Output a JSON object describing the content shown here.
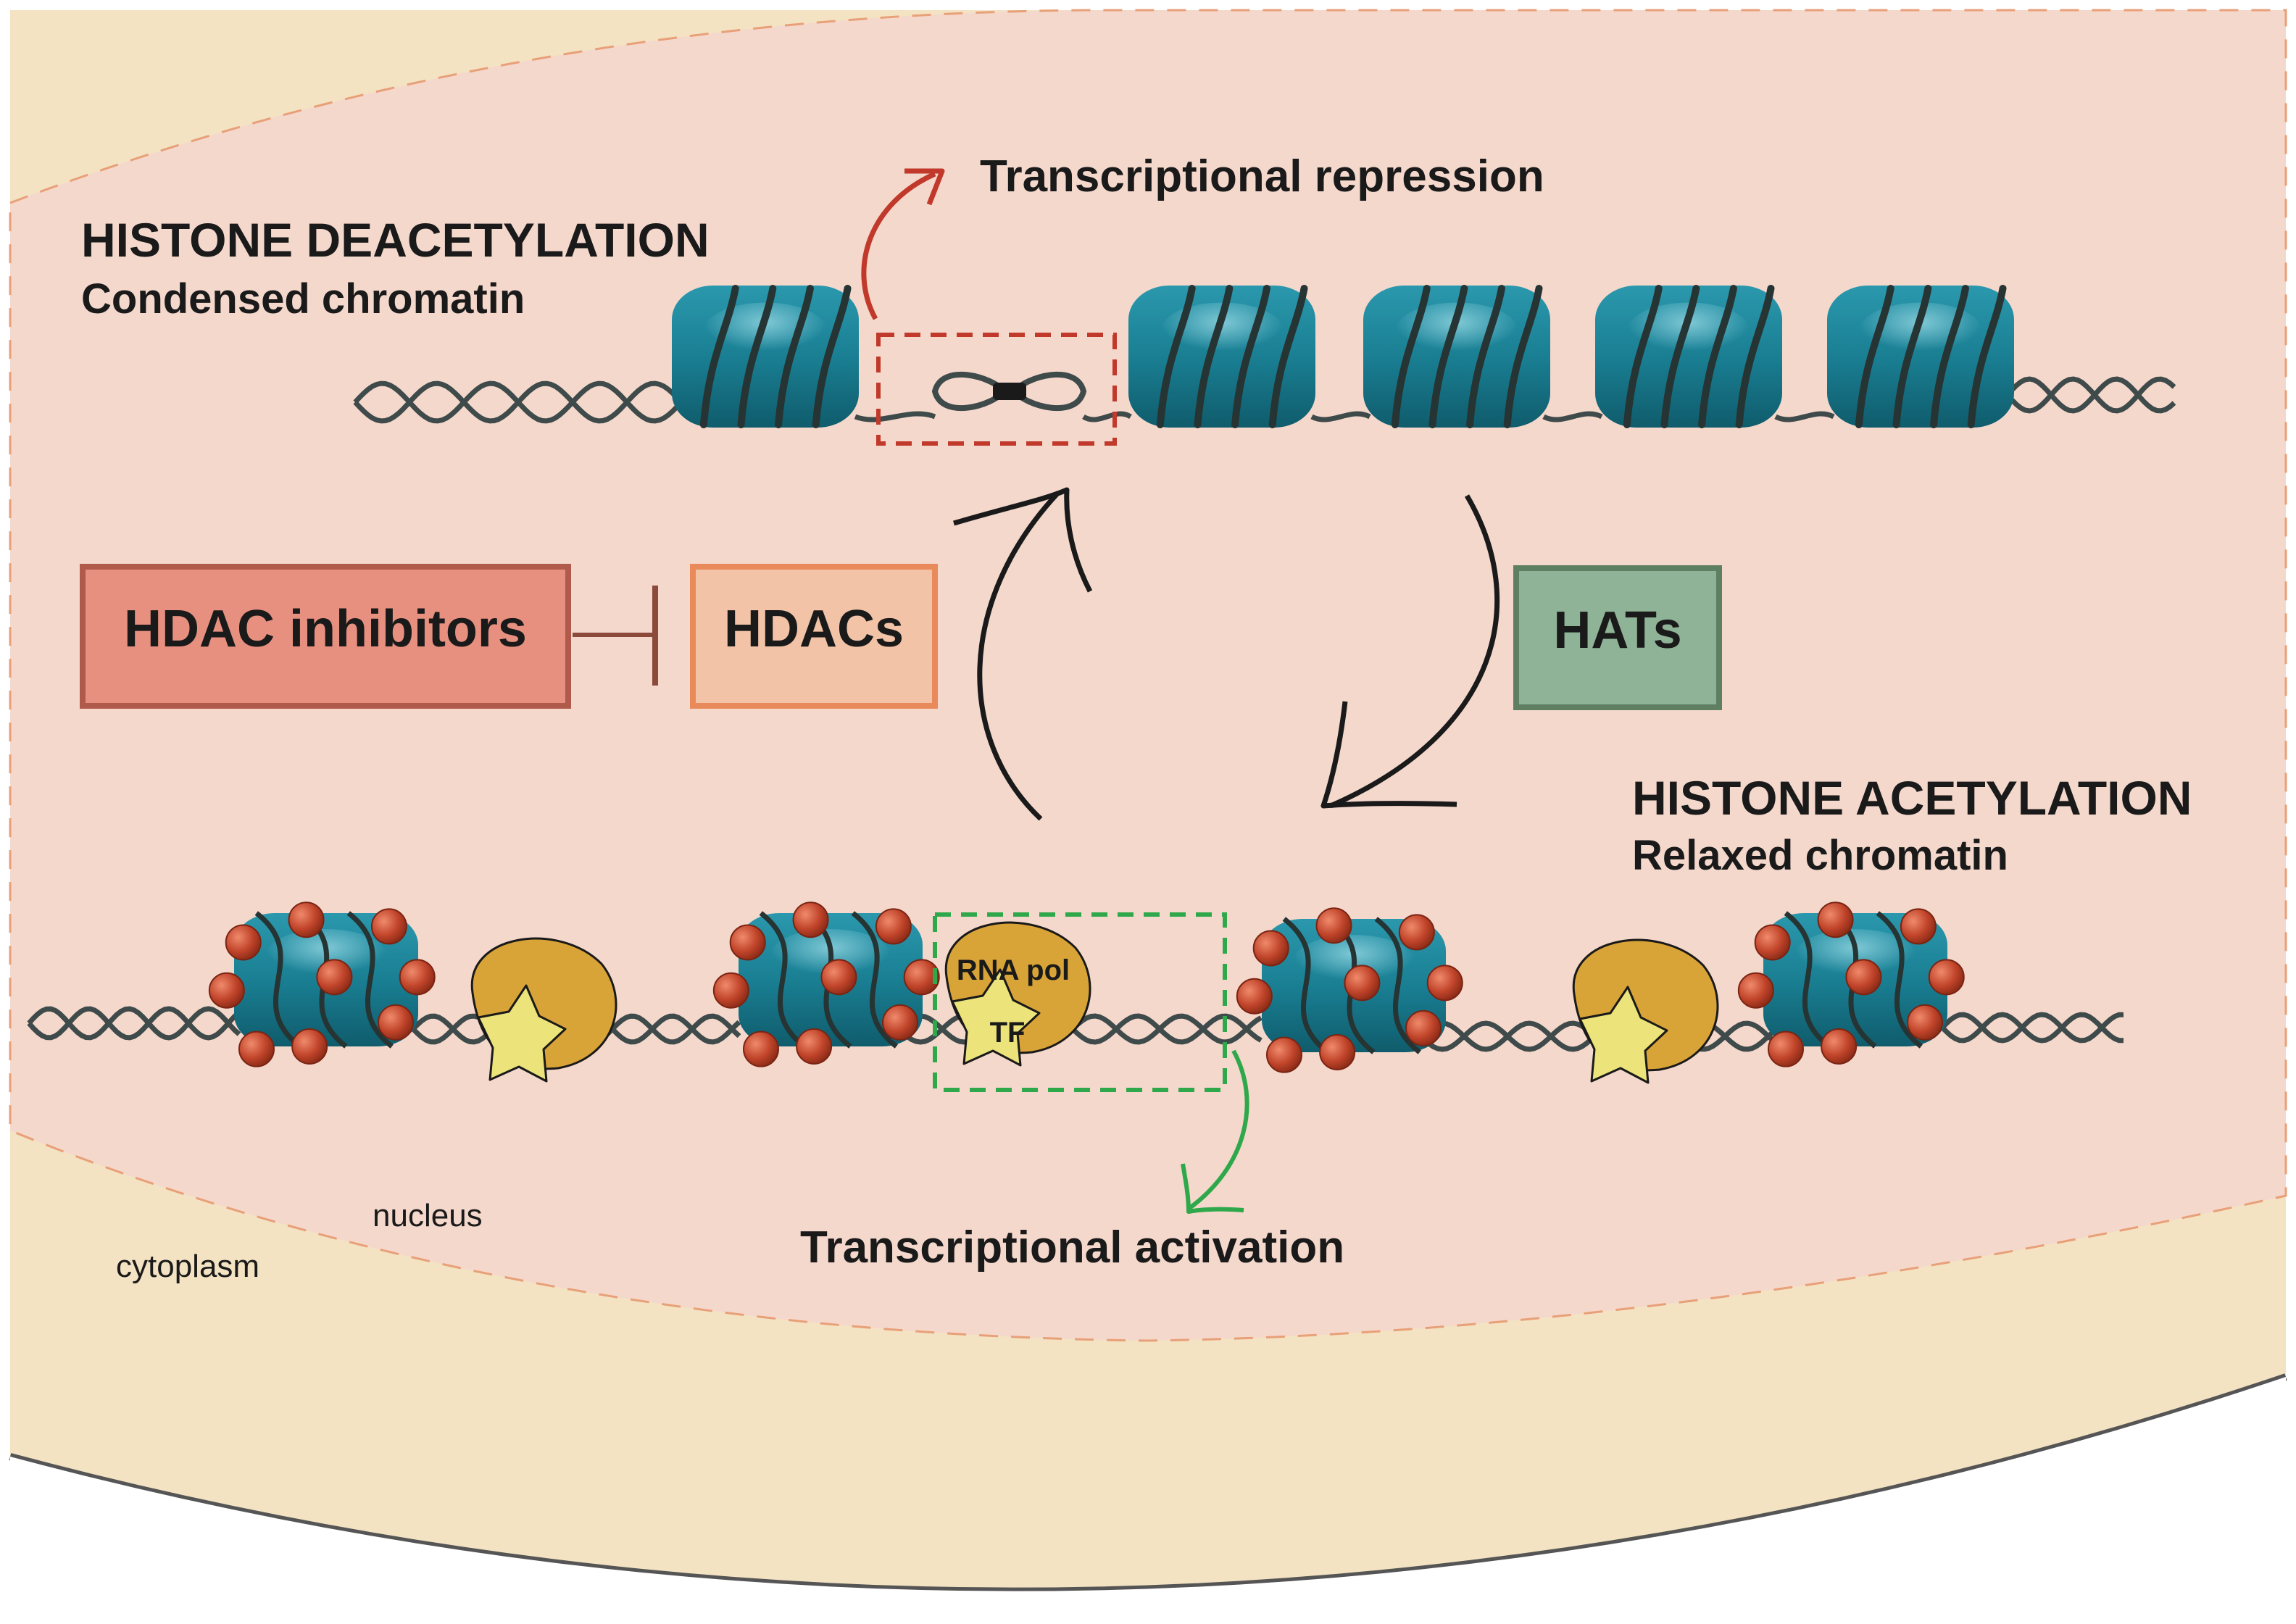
{
  "deacetylation": {
    "title": "HISTONE DEACETYLATION",
    "subtitle": "Condensed chromatin",
    "outcome": "Transcriptional repression"
  },
  "acetylation": {
    "title": "HISTONE ACETYLATION",
    "subtitle": "Relaxed chromatin",
    "outcome": "Transcriptional activation"
  },
  "boxes": {
    "inhibitors": "HDAC inhibitors",
    "hdacs": "HDACs",
    "hats": "HATs"
  },
  "complex": {
    "polymerase": "RNA pol",
    "factor": "TF"
  },
  "compartments": {
    "nucleus": "nucleus",
    "cytoplasm": "cytoplasm"
  },
  "colors": {
    "cytoplasm": "#f3e3c3",
    "nucleus": "#f5d8cc",
    "histone": "#1a7f93",
    "dna": "#3f4a4a",
    "acetyl": "#c0442a",
    "rna_pol": "#d9a437",
    "tf": "#ece37a",
    "inhibitor_box": "#e8907f",
    "hdac_box": "#f2c3a6",
    "hat_box": "#8fb396",
    "repression_arrow": "#c0392b",
    "activation_arrow": "#2ea84a"
  }
}
